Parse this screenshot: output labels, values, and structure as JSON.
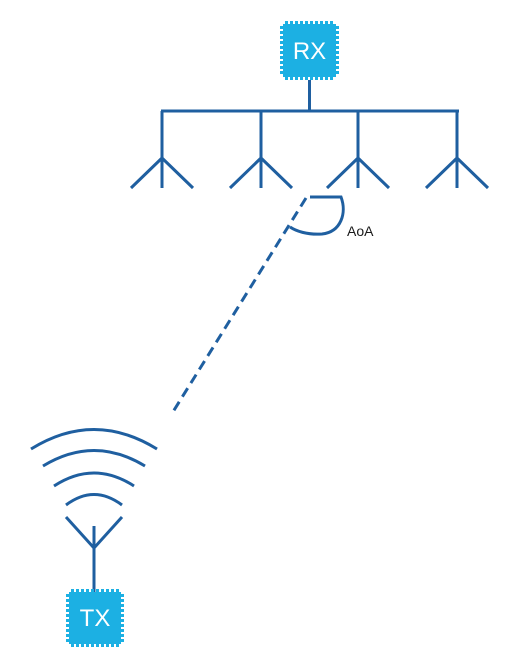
{
  "receiver": {
    "label": "RX"
  },
  "transmitter": {
    "label": "TX"
  },
  "angle_label": "AoA",
  "colors": {
    "line": "#1f5fa0",
    "chip": "#1cb0e3",
    "chip_text": "#ffffff"
  }
}
